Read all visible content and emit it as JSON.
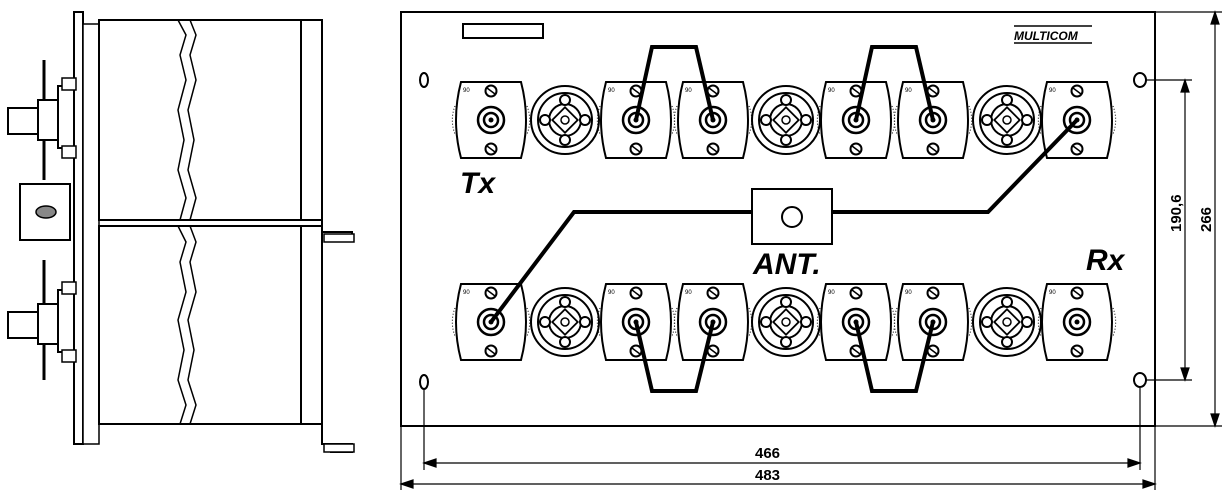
{
  "labels": {
    "tx": "Tx",
    "rx": "Rx",
    "ant": "ANT.",
    "brand": "MULTICOM"
  },
  "dimensions": {
    "inner_width": "466",
    "outer_width": "483",
    "hole_spacing": "190,6",
    "height": "266"
  },
  "cavities": {
    "top_row": [
      "tuned",
      "coupling",
      "tuned",
      "tuned",
      "coupling",
      "tuned",
      "tuned",
      "coupling",
      "tuned"
    ],
    "bottom_row": [
      "tuned",
      "coupling",
      "tuned",
      "tuned",
      "coupling",
      "tuned",
      "tuned",
      "coupling",
      "tuned"
    ]
  }
}
